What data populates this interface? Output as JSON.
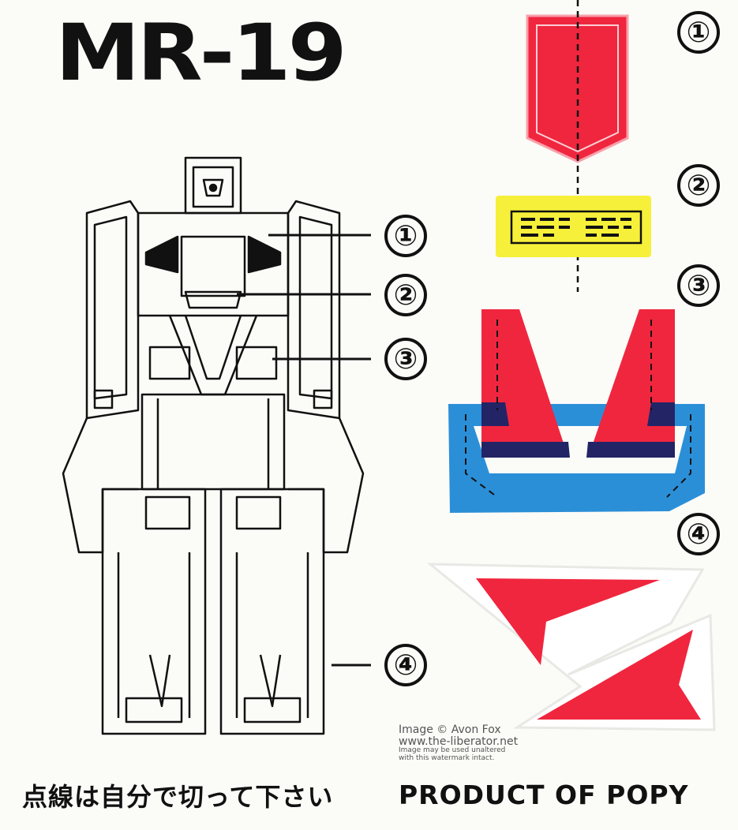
{
  "title": "MR-19",
  "callout_numbers": [
    "①",
    "②",
    "③",
    "④"
  ],
  "footer": {
    "instruction_jp": "点線は自分で切って下さい",
    "maker": "PRODUCT OF POPY"
  },
  "watermark": {
    "line1": "Image © Avon Fox",
    "line2": "www.the-liberator.net",
    "line3": "Image may be used unaltered",
    "line4": "with this watermark intact."
  },
  "colors": {
    "red": "#f0263e",
    "yellow": "#f6f03a",
    "blue": "#2b8fd8",
    "navy": "#232466",
    "ink": "#111111"
  }
}
